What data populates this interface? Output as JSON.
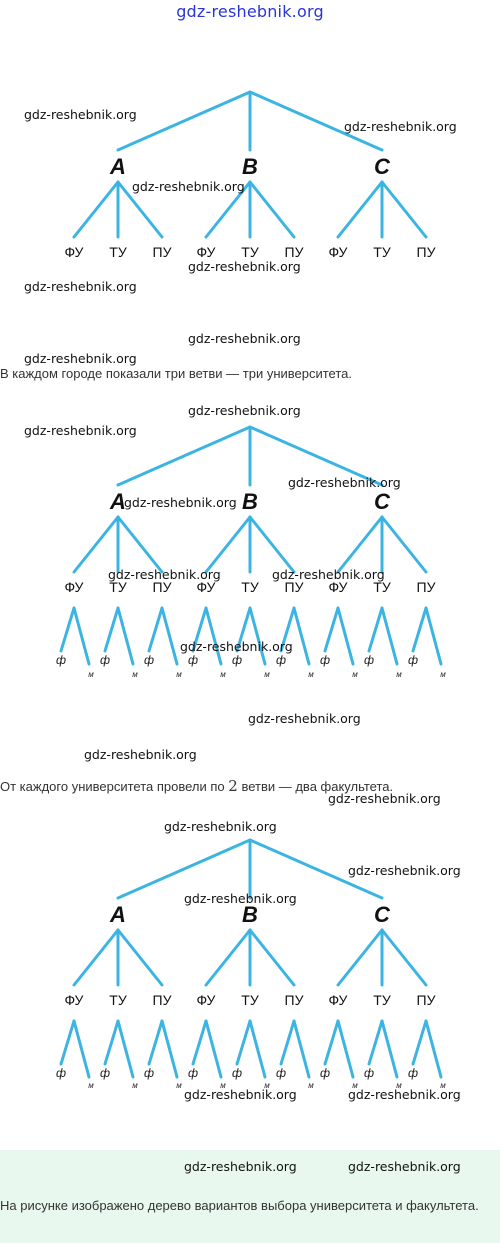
{
  "watermark_top": "gdz-reshebnik.org",
  "watermark": "gdz-reshebnik.org",
  "cities": [
    "A",
    "B",
    "C"
  ],
  "universities": [
    "ФУ",
    "ТУ",
    "ПУ"
  ],
  "faculties": [
    "ф",
    "м"
  ],
  "captions": {
    "step1": "В каждом городе показали три ветви — три университета.",
    "step2_before": "От каждого университета провели по ",
    "step2_num": "2",
    "step2_after": " ветви — два факультета."
  },
  "note": "На рисунке изображено дерево вариантов выбора университета и факультета.",
  "colors": {
    "branch": "#3cb4e2",
    "watermark_top": "#2a35d8",
    "note_bg": "#e8f8ee"
  }
}
